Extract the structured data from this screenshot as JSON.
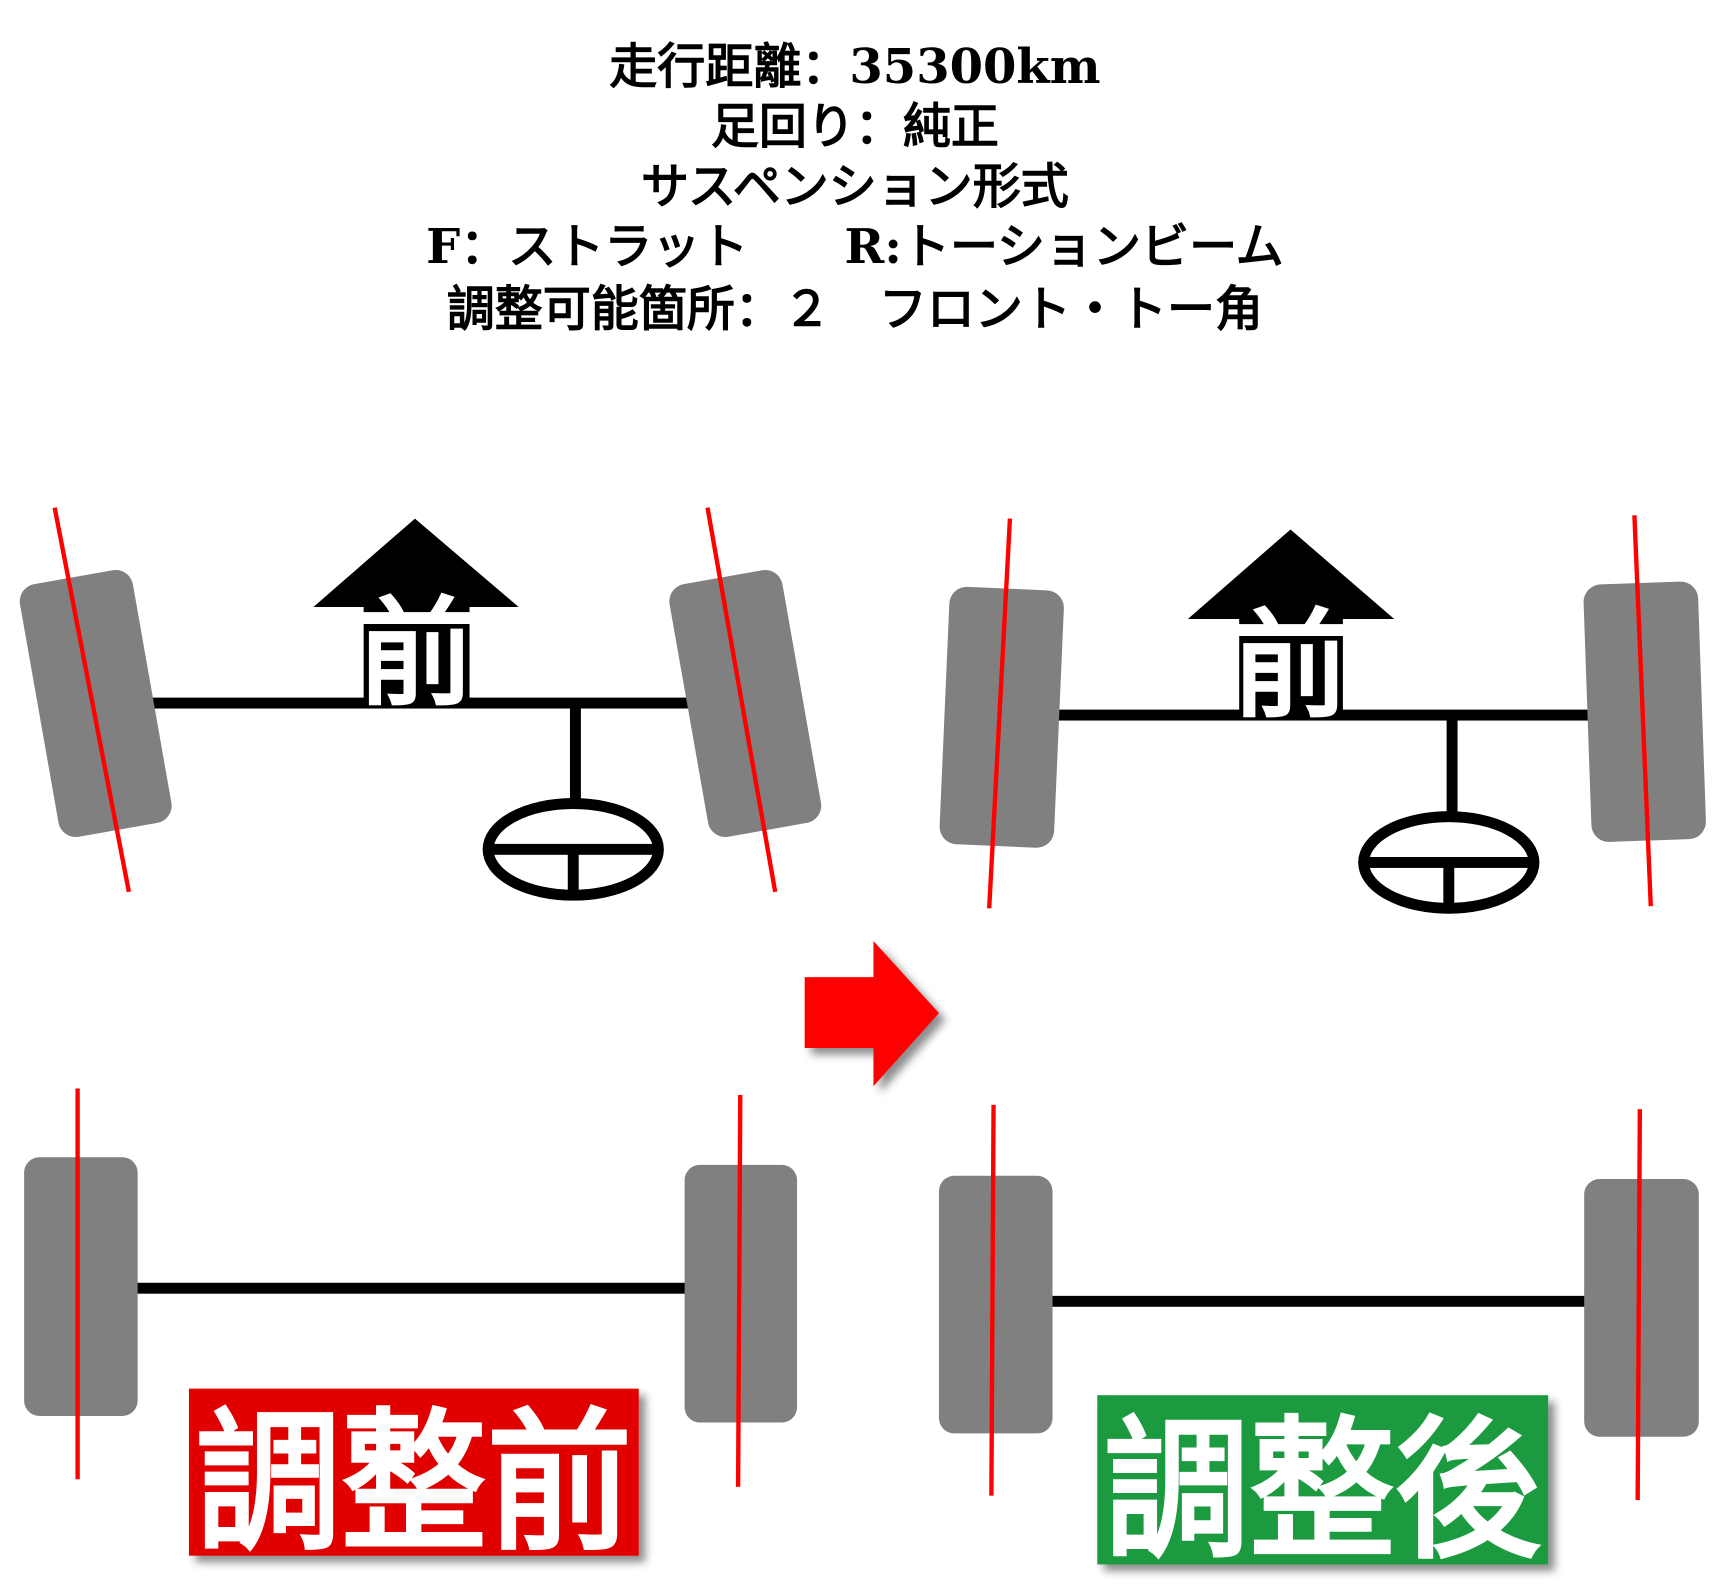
{
  "header": {
    "lines": [
      "走行距離：35300km",
      "足回り：純正",
      "サスペンション形式",
      "F：ストラット　　R:トーションビーム",
      "調整可能箇所：２　フロント・トー角"
    ]
  },
  "diagram": {
    "front_marker": "前",
    "before_label": "調整前",
    "after_label": "調整後"
  },
  "colors": {
    "tire": "#808080",
    "alignment_line": "#ff0000",
    "before_badge": "#e00000",
    "after_badge": "#1a9a40",
    "arrow": "#ff0000"
  }
}
